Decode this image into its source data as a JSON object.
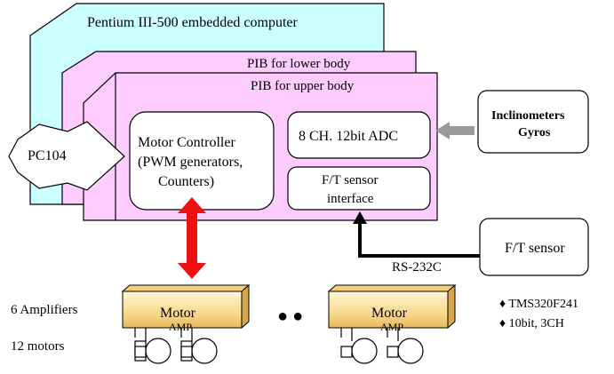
{
  "diagram": {
    "embedded_computer": "Pentium III-500 embedded computer",
    "pib_lower": "PIB for lower body",
    "pib_upper": "PIB for upper body",
    "bus": "PC104",
    "motor_controller": [
      "Motor Controller",
      "(PWM generators,",
      "Counters)"
    ],
    "adc": "8 CH. 12bit ADC",
    "ft_interface": [
      "F/T sensor",
      "interface"
    ],
    "sensors": [
      "Inclinometers",
      "Gyros"
    ],
    "ft_sensor": "F/T sensor",
    "rs232": "RS-232C",
    "amplifiers_label": "6 Amplifiers",
    "motors_label": "12 motors",
    "motor_amp_label": "Motor",
    "motor_amp_sublabel": "AMP",
    "ellipsis": "● ●",
    "dsp_specs": [
      "♦ TMS320F241",
      "♦ 10bit, 3CH"
    ],
    "colors": {
      "computer_fill": "#ccffff",
      "pib_fill": "#ffccff",
      "amp_fill": "#f9d98c",
      "power_arrow": "#ee1111",
      "sensor_arrow": "#9a9a9a",
      "cable": "#000000"
    }
  }
}
